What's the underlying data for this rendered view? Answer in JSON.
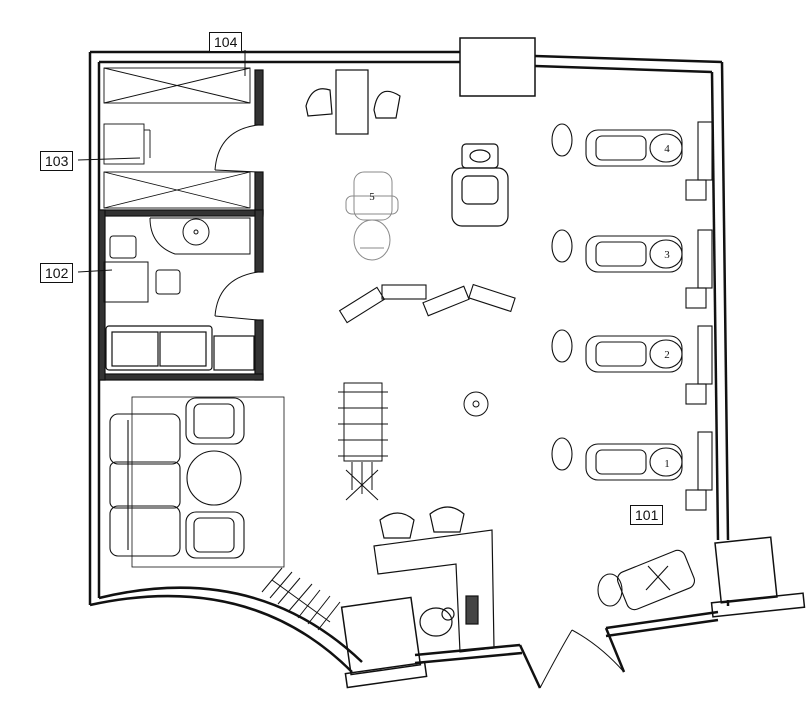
{
  "rooms": [
    {
      "id": "room-104",
      "label": "104"
    },
    {
      "id": "room-103",
      "label": "103"
    },
    {
      "id": "room-102",
      "label": "102"
    },
    {
      "id": "room-101",
      "label": "101"
    }
  ],
  "stations": [
    {
      "label": "4"
    },
    {
      "label": "3"
    },
    {
      "label": "2"
    },
    {
      "label": "1"
    },
    {
      "label": "5"
    }
  ]
}
